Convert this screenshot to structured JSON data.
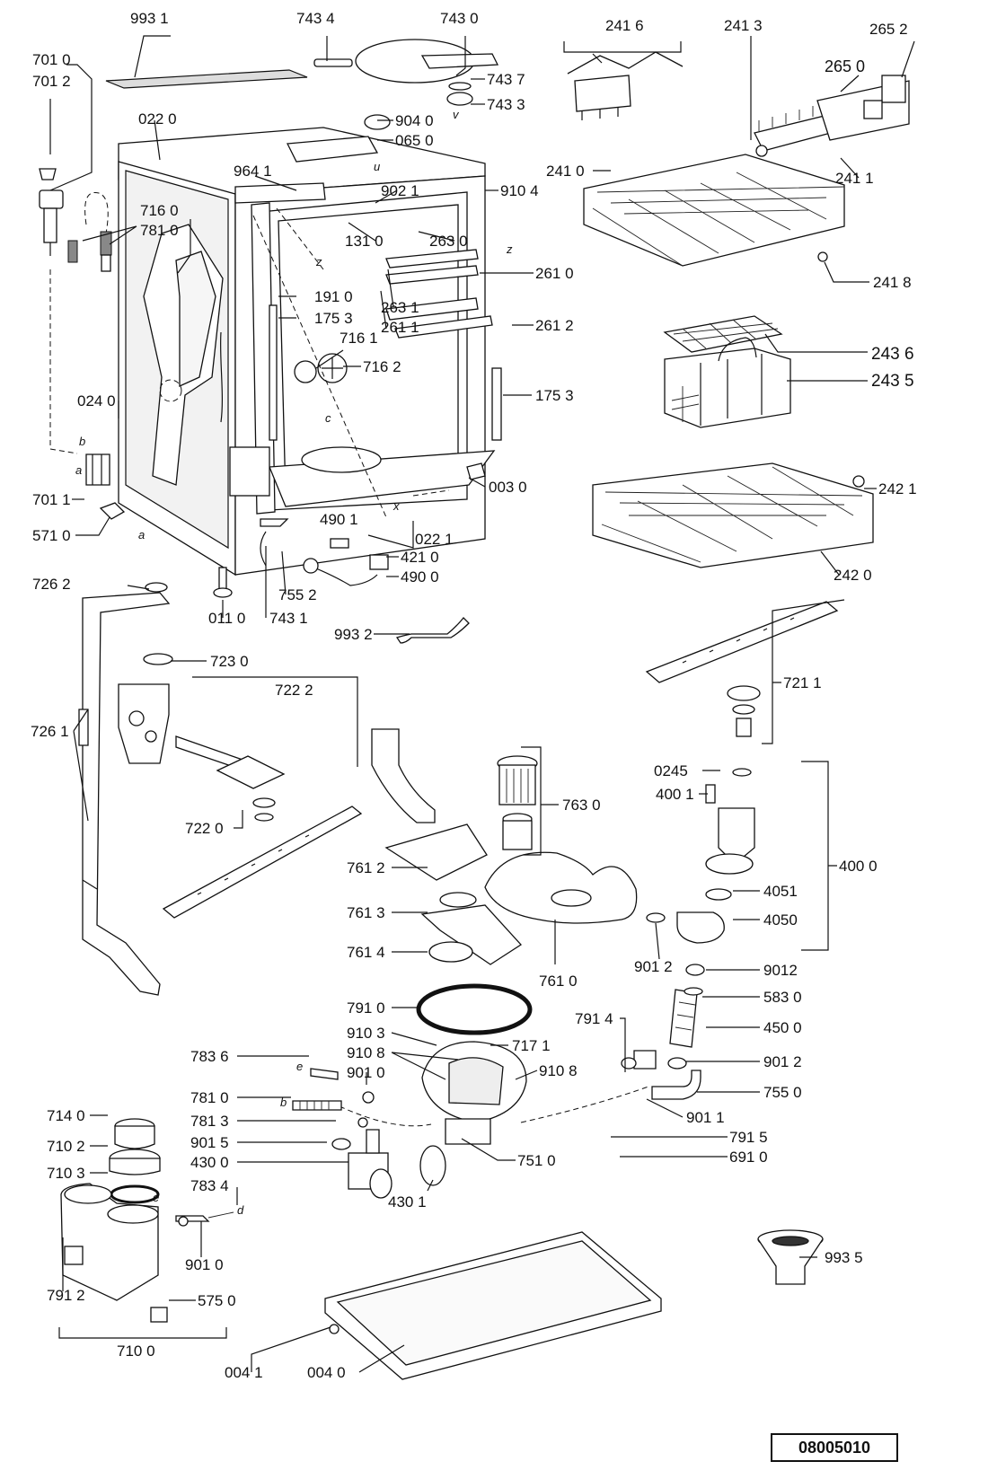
{
  "document_number": "08005010",
  "parts": [
    {
      "id": "p9931",
      "label": "993 1"
    },
    {
      "id": "p7434",
      "label": "743 4"
    },
    {
      "id": "p7430",
      "label": "743 0"
    },
    {
      "id": "p7437",
      "label": "743 7"
    },
    {
      "id": "p7433",
      "label": "743 3"
    },
    {
      "id": "p7010",
      "label": "701 0"
    },
    {
      "id": "p7012",
      "label": "701 2"
    },
    {
      "id": "p0220",
      "label": "022 0"
    },
    {
      "id": "p9040",
      "label": "904 0"
    },
    {
      "id": "p0650",
      "label": "065 0"
    },
    {
      "id": "p9641",
      "label": "964 1"
    },
    {
      "id": "p9021",
      "label": "902 1"
    },
    {
      "id": "p9104",
      "label": "910 4"
    },
    {
      "id": "p7160",
      "label": "716 0"
    },
    {
      "id": "p7810",
      "label": "781 0"
    },
    {
      "id": "p1310",
      "label": "131 0"
    },
    {
      "id": "p2630",
      "label": "263 0"
    },
    {
      "id": "p2610",
      "label": "261 0"
    },
    {
      "id": "p1910",
      "label": "191 0"
    },
    {
      "id": "p1753a",
      "label": "175 3"
    },
    {
      "id": "p2631",
      "label": "263 1"
    },
    {
      "id": "p2611",
      "label": "261 1"
    },
    {
      "id": "p2612",
      "label": "261 2"
    },
    {
      "id": "p7161",
      "label": "716 1"
    },
    {
      "id": "p7162",
      "label": "716 2"
    },
    {
      "id": "p1753b",
      "label": "175 3"
    },
    {
      "id": "p0240",
      "label": "024 0"
    },
    {
      "id": "p7011",
      "label": "701 1"
    },
    {
      "id": "p0030",
      "label": "003 0"
    },
    {
      "id": "p5710",
      "label": "571 0"
    },
    {
      "id": "p4901",
      "label": "490 1"
    },
    {
      "id": "p0221",
      "label": "022 1"
    },
    {
      "id": "p4210",
      "label": "421 0"
    },
    {
      "id": "p4900",
      "label": "490 0"
    },
    {
      "id": "p7262",
      "label": "726 2"
    },
    {
      "id": "p7552",
      "label": "755 2"
    },
    {
      "id": "p0110",
      "label": "011 0"
    },
    {
      "id": "p7431",
      "label": "743 1"
    },
    {
      "id": "p9932",
      "label": "993 2"
    },
    {
      "id": "p2416",
      "label": "241 6"
    },
    {
      "id": "p2413",
      "label": "241 3"
    },
    {
      "id": "p2652",
      "label": "265 2"
    },
    {
      "id": "p2650",
      "label": "265 0"
    },
    {
      "id": "p2410",
      "label": "241 0"
    },
    {
      "id": "p2411",
      "label": "241 1"
    },
    {
      "id": "p2418",
      "label": "241 8"
    },
    {
      "id": "p2436",
      "label": "243 6"
    },
    {
      "id": "p2435",
      "label": "243 5"
    },
    {
      "id": "p2421",
      "label": "242 1"
    },
    {
      "id": "p2420",
      "label": "242 0"
    },
    {
      "id": "p7230",
      "label": "723 0"
    },
    {
      "id": "p7222",
      "label": "722 2"
    },
    {
      "id": "p7261",
      "label": "726 1"
    },
    {
      "id": "p7220",
      "label": "722 0"
    },
    {
      "id": "p7211",
      "label": "721 1"
    },
    {
      "id": "p7630",
      "label": "763 0"
    },
    {
      "id": "p0245",
      "label": "0245"
    },
    {
      "id": "p4001",
      "label": "400 1"
    },
    {
      "id": "p4000",
      "label": "400 0"
    },
    {
      "id": "p7612",
      "label": "761 2"
    },
    {
      "id": "p7613",
      "label": "761 3"
    },
    {
      "id": "p7614",
      "label": "761 4"
    },
    {
      "id": "p7610",
      "label": "761 0"
    },
    {
      "id": "p4051",
      "label": "4051"
    },
    {
      "id": "p4050",
      "label": "4050"
    },
    {
      "id": "p9012a",
      "label": "901 2"
    },
    {
      "id": "p9012b",
      "label": "9012"
    },
    {
      "id": "p7910",
      "label": "791 0"
    },
    {
      "id": "p5830",
      "label": "583 0"
    },
    {
      "id": "p4500",
      "label": "450 0"
    },
    {
      "id": "p9103",
      "label": "910 3"
    },
    {
      "id": "p7914",
      "label": "791 4"
    },
    {
      "id": "p9108a",
      "label": "910 8"
    },
    {
      "id": "p7171",
      "label": "717 1"
    },
    {
      "id": "p9108b",
      "label": "910 8"
    },
    {
      "id": "p9010",
      "label": "901 0"
    },
    {
      "id": "p7836",
      "label": "783 6"
    },
    {
      "id": "p9012c",
      "label": "901 2"
    },
    {
      "id": "p7550",
      "label": "755 0"
    },
    {
      "id": "p7810b",
      "label": "781 0"
    },
    {
      "id": "p9011",
      "label": "901 1"
    },
    {
      "id": "p7140",
      "label": "714 0"
    },
    {
      "id": "p7813",
      "label": "781 3"
    },
    {
      "id": "p7915",
      "label": "791 5"
    },
    {
      "id": "p7102",
      "label": "710 2"
    },
    {
      "id": "p9015",
      "label": "901 5"
    },
    {
      "id": "p4300",
      "label": "430 0"
    },
    {
      "id": "p7510",
      "label": "751 0"
    },
    {
      "id": "p6910",
      "label": "691 0"
    },
    {
      "id": "p7103",
      "label": "710 3"
    },
    {
      "id": "p7834",
      "label": "783 4"
    },
    {
      "id": "p4301",
      "label": "430 1"
    },
    {
      "id": "p9935",
      "label": "993 5"
    },
    {
      "id": "p9010b",
      "label": "901 0"
    },
    {
      "id": "p7912",
      "label": "791 2"
    },
    {
      "id": "p5750",
      "label": "575 0"
    },
    {
      "id": "p7100",
      "label": "710 0"
    },
    {
      "id": "p0041",
      "label": "004 1"
    },
    {
      "id": "p0040",
      "label": "004 0"
    }
  ],
  "connector_letters": [
    {
      "id": "la1",
      "label": "a"
    },
    {
      "id": "lb1",
      "label": "b"
    },
    {
      "id": "la2",
      "label": "a"
    },
    {
      "id": "lz1",
      "label": "z"
    },
    {
      "id": "lz2",
      "label": "z"
    },
    {
      "id": "lc1",
      "label": "c"
    },
    {
      "id": "lx1",
      "label": "x"
    },
    {
      "id": "lv1",
      "label": "v"
    },
    {
      "id": "lu1",
      "label": "u"
    },
    {
      "id": "le1",
      "label": "e"
    },
    {
      "id": "lb2",
      "label": "b"
    },
    {
      "id": "le2",
      "label": "e"
    },
    {
      "id": "ld1",
      "label": "d"
    }
  ]
}
